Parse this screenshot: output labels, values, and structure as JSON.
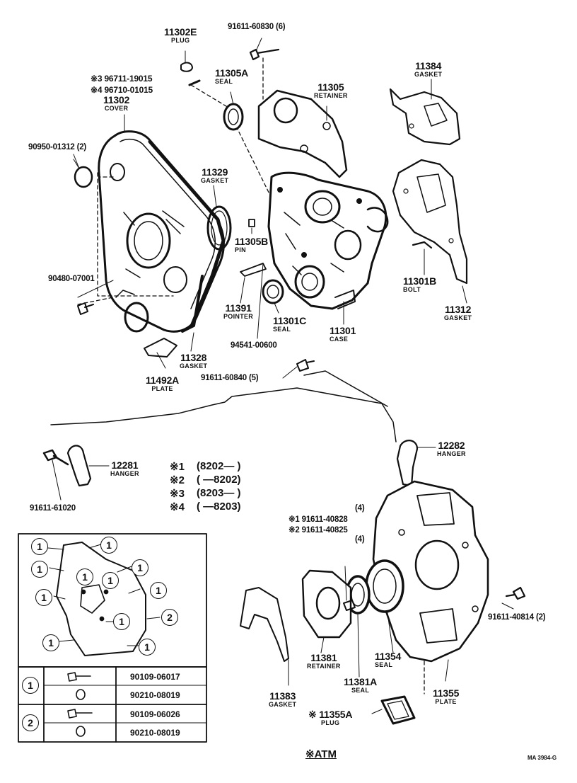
{
  "parts": {
    "p11302E": {
      "num": "11302E",
      "name": "PLUG"
    },
    "bolt_top": {
      "text": "91611-60830 (6)"
    },
    "p96711": {
      "text": "※3 96711-19015"
    },
    "p96710": {
      "text": "※4 96710-01015"
    },
    "p11305A": {
      "num": "11305A",
      "name": "SEAL"
    },
    "p11305": {
      "num": "11305",
      "name": "RETAINER"
    },
    "p11384": {
      "num": "11384",
      "name": "GASKET"
    },
    "p11302": {
      "num": "11302",
      "name": "COVER"
    },
    "p90950": {
      "text": "90950-01312 (2)"
    },
    "p11329": {
      "num": "11329",
      "name": "GASKET"
    },
    "p11305B": {
      "num": "11305B",
      "name": "PIN"
    },
    "p90480": {
      "text": "90480-07001"
    },
    "p11301B": {
      "num": "11301B",
      "name": "BOLT"
    },
    "p11312": {
      "num": "11312",
      "name": "GASKET"
    },
    "p11391": {
      "num": "11391",
      "name": "POINTER"
    },
    "p11301C": {
      "num": "11301C",
      "name": "SEAL"
    },
    "p11301": {
      "num": "11301",
      "name": "CASE"
    },
    "p94541": {
      "text": "94541-00600"
    },
    "p11328": {
      "num": "11328",
      "name": "GASKET"
    },
    "p11492A": {
      "num": "11492A",
      "name": "PLATE"
    },
    "bolt_case": {
      "text": "91611-60840 (5)"
    },
    "p12281": {
      "num": "12281",
      "name": "HANGER"
    },
    "p91611_61020": {
      "text": "91611-61020"
    },
    "p12282": {
      "num": "12282",
      "name": "HANGER"
    },
    "bolt_rear_qty": {
      "text": "(4)"
    },
    "bolt_rear1": {
      "text": "※1 91611-40828"
    },
    "bolt_rear2": {
      "text": "※2 91611-40825"
    },
    "bolt_rear_qty2": {
      "text": "(4)"
    },
    "p91611_40814": {
      "text": "91611-40814 (2)"
    },
    "p11381": {
      "num": "11381",
      "name": "RETAINER"
    },
    "p11381A": {
      "num": "11381A",
      "name": "SEAL"
    },
    "p11354": {
      "num": "11354",
      "name": "SEAL"
    },
    "p11355": {
      "num": "11355",
      "name": "PLATE"
    },
    "p11383": {
      "num": "11383",
      "name": "GASKET"
    },
    "p11355A": {
      "num": "※ 11355A",
      "name": "PLUG"
    }
  },
  "legend": [
    {
      "mark": "※1",
      "range": "(8202—        )"
    },
    {
      "mark": "※2",
      "range": "(        —8202)"
    },
    {
      "mark": "※3",
      "range": "(8203—        )"
    },
    {
      "mark": "※4",
      "range": "(        —8203)"
    }
  ],
  "inset": {
    "circle1": "1",
    "circle2": "2",
    "table": [
      {
        "group": "1",
        "part": "90109-06017"
      },
      {
        "group": "1",
        "part": "90210-08019"
      },
      {
        "group": "2",
        "part": "90109-06026"
      },
      {
        "group": "2",
        "part": "90210-08019"
      }
    ]
  },
  "footer": {
    "atm": "※ATM",
    "code": "MA 3984-G"
  }
}
